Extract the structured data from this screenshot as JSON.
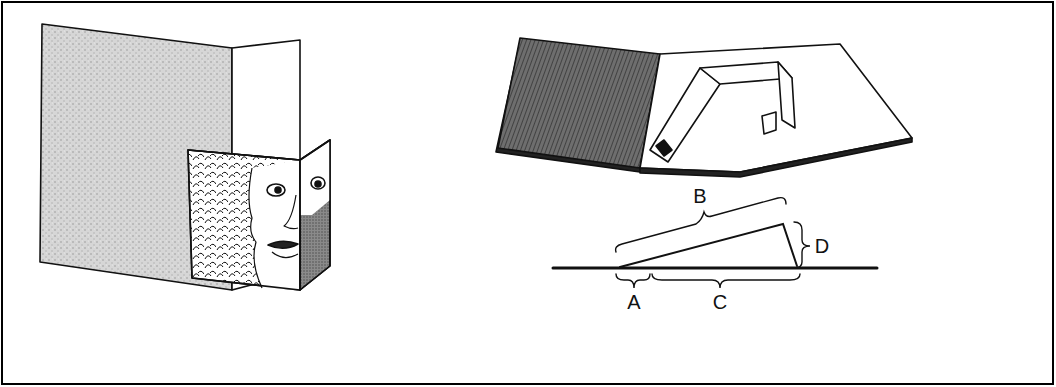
{
  "diagram": {
    "labels": [
      "B",
      "D",
      "A",
      "C"
    ]
  }
}
